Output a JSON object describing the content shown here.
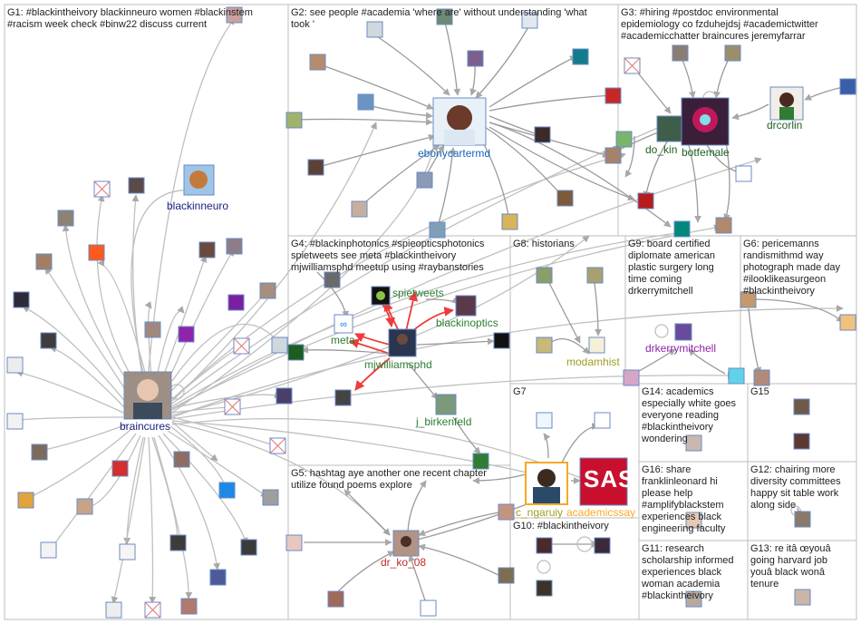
{
  "groups": [
    {
      "id": "G1",
      "text": "G1: #blackintheivory blackinneuro women #blackinstem\n#racism week check #binw22 discuss current"
    },
    {
      "id": "G2",
      "text": "G2: see people #academia 'where are' without understanding 'what\ntook '"
    },
    {
      "id": "G3",
      "text": "G3: #hiring #postdoc environmental\nepidemiology co fzduhejdsj #academictwitter\n#academicchatter braincures jeremyfarrar"
    },
    {
      "id": "G4",
      "text": "G4: #blackinphotonics #spieopticsphotonics\nspietweets see meta #blackintheivory\nmjwilliamsphd meetup using #raybanstories"
    },
    {
      "id": "G8",
      "text": "G8: historians"
    },
    {
      "id": "G9",
      "text": "G9: board certified\ndiplomate american\nplastic surgery long\ntime coming\ndrkerrymitchell"
    },
    {
      "id": "G6",
      "text": "G6: pericemanns\nrandismithmd way\nphotograph made day\n#ilooklikeasurgeon\n#blackintheivory"
    },
    {
      "id": "G7",
      "text": "G7"
    },
    {
      "id": "G14",
      "text": "G14: academics\nespecially white goes\neveryone reading\n#blackintheivory\nwondering"
    },
    {
      "id": "G15",
      "text": "G15"
    },
    {
      "id": "G5",
      "text": "G5: hashtag aye another one recent chapter\nutilize found poems explore"
    },
    {
      "id": "G16",
      "text": "G16: share\nfranklinleonard hi\nplease help\n#amplifyblackstem\nexperiences black\nengineering faculty"
    },
    {
      "id": "G12",
      "text": "G12: chairing more\ndiversity committees\nhappy sit table work\nalong side"
    },
    {
      "id": "G10",
      "text": "G10: #blackintheivory"
    },
    {
      "id": "G11",
      "text": "G11: research\nscholarship informed\nexperiences black\nwoman academia\n#blackintheivory"
    },
    {
      "id": "G13",
      "text": "G13: re itâ œyouâ\ngoing harvard job\nyouâ black wonâ\ntenure"
    }
  ],
  "labeled_nodes": [
    {
      "id": "braincures",
      "label": "braincures",
      "color": "#1a237e"
    },
    {
      "id": "blackinneuro",
      "label": "blackinneuro",
      "color": "#1a237e"
    },
    {
      "id": "ebonycartermd",
      "label": "ebonycartermd",
      "color": "#1565c0"
    },
    {
      "id": "do_kin",
      "label": "do_kin",
      "color": "#1b5e20"
    },
    {
      "id": "botfemale",
      "label": "botfemale",
      "color": "#1b5e20"
    },
    {
      "id": "drcorlin",
      "label": "drcorlin",
      "color": "#1b5e20"
    },
    {
      "id": "spietweets",
      "label": "spietweets",
      "color": "#2e7d32"
    },
    {
      "id": "blackinoptics",
      "label": "blackinoptics",
      "color": "#2e7d32"
    },
    {
      "id": "meta",
      "label": "meta",
      "color": "#2e7d32"
    },
    {
      "id": "mjwilliamsphd",
      "label": "mjwilliamsphd",
      "color": "#2e7d32"
    },
    {
      "id": "j_birkenfeld",
      "label": "j_birkenfeld",
      "color": "#2e7d32"
    },
    {
      "id": "modamhist",
      "label": "modamhist",
      "color": "#9e9d24"
    },
    {
      "id": "drkerrymitchell",
      "label": "drkerrymitchell",
      "color": "#8e24aa"
    },
    {
      "id": "c_ngaruiya",
      "label": "c_ngaruiy",
      "color": "#9e9d24"
    },
    {
      "id": "academicssay",
      "label": "academicssay",
      "color": "#f9a825"
    },
    {
      "id": "sas_logo",
      "label": "SAS",
      "color": "#ffffff"
    },
    {
      "id": "dr_ko_08",
      "label": "dr_ko_08",
      "color": "#c62828"
    }
  ],
  "colors": {
    "edge": "#bfbfbf",
    "edge_red": "#ee3b3b",
    "panel_border": "#bdbdbd",
    "sas_red": "#c8102e"
  }
}
